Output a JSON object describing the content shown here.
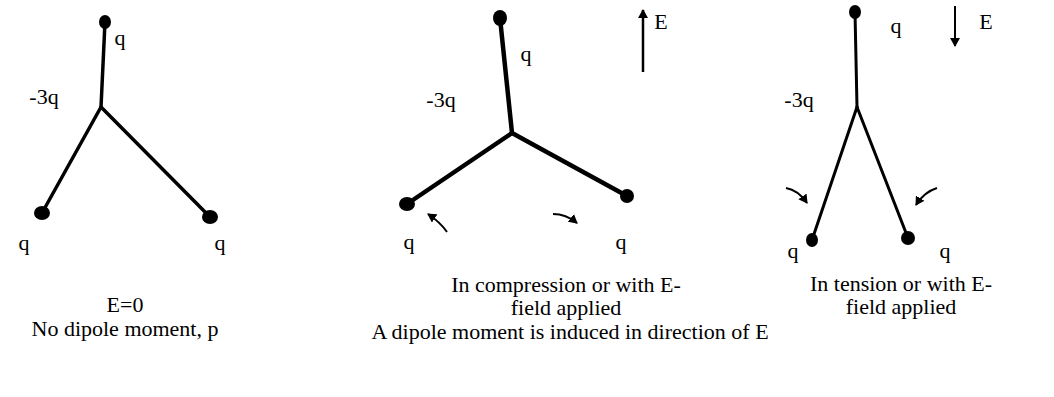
{
  "diagram": {
    "labels": [
      "q",
      "-3q",
      "q",
      "q",
      "E=0",
      "No dipole moment, p",
      "q",
      "E",
      "-3q",
      "q",
      "q",
      "In compression or with E-field applied",
      "q",
      "E",
      "-3q",
      "q",
      "q",
      "In tension or with E-field applied",
      "A dipole moment is induced in direction of E"
    ]
  }
}
